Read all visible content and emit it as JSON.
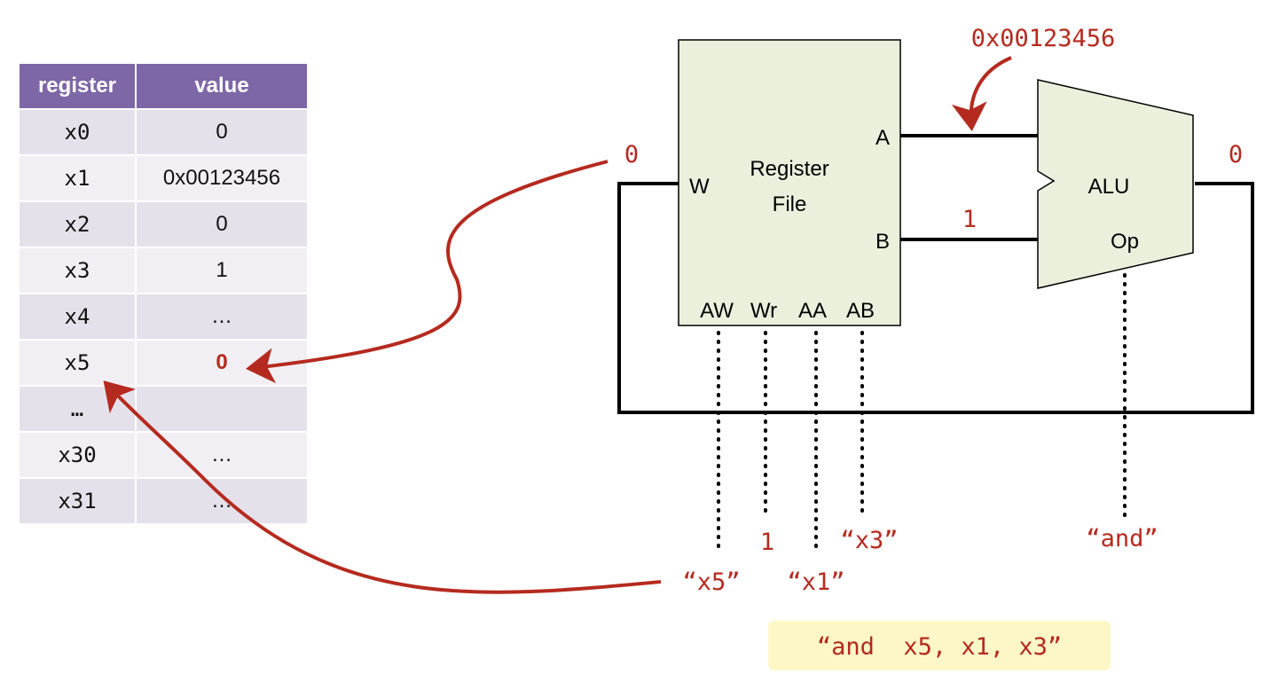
{
  "register_table": {
    "headers": {
      "register": "register",
      "value": "value"
    },
    "rows": [
      {
        "register": "x0",
        "value": "0"
      },
      {
        "register": "x1",
        "value": "0x00123456"
      },
      {
        "register": "x2",
        "value": "0"
      },
      {
        "register": "x3",
        "value": "1"
      },
      {
        "register": "x4",
        "value": "…"
      },
      {
        "register": "x5",
        "value": "0"
      },
      {
        "register": "…",
        "value": ""
      },
      {
        "register": "x30",
        "value": "…"
      },
      {
        "register": "x31",
        "value": "…"
      }
    ]
  },
  "register_file": {
    "title_line1": "Register",
    "title_line2": "File",
    "port_w": "W",
    "port_a": "A",
    "port_b": "B",
    "port_aw": "AW",
    "port_wr": "Wr",
    "port_aa": "AA",
    "port_ab": "AB"
  },
  "alu": {
    "label": "ALU",
    "op_label": "Op"
  },
  "annotations": {
    "a_value": "0x00123456",
    "b_value": "1",
    "w_value": "0",
    "alu_out": "0",
    "aw_value": "“x5”",
    "wr_value": "1",
    "aa_value": "“x1”",
    "ab_value": "“x3”",
    "op_value": "“and”"
  },
  "instruction": "“and  x5, x1, x3”",
  "colors": {
    "accent_red": "#b52a1f",
    "block_fill": "#eaf0dc",
    "header_purple": "#7e67a6",
    "instruction_bg": "#fdf7c8"
  }
}
